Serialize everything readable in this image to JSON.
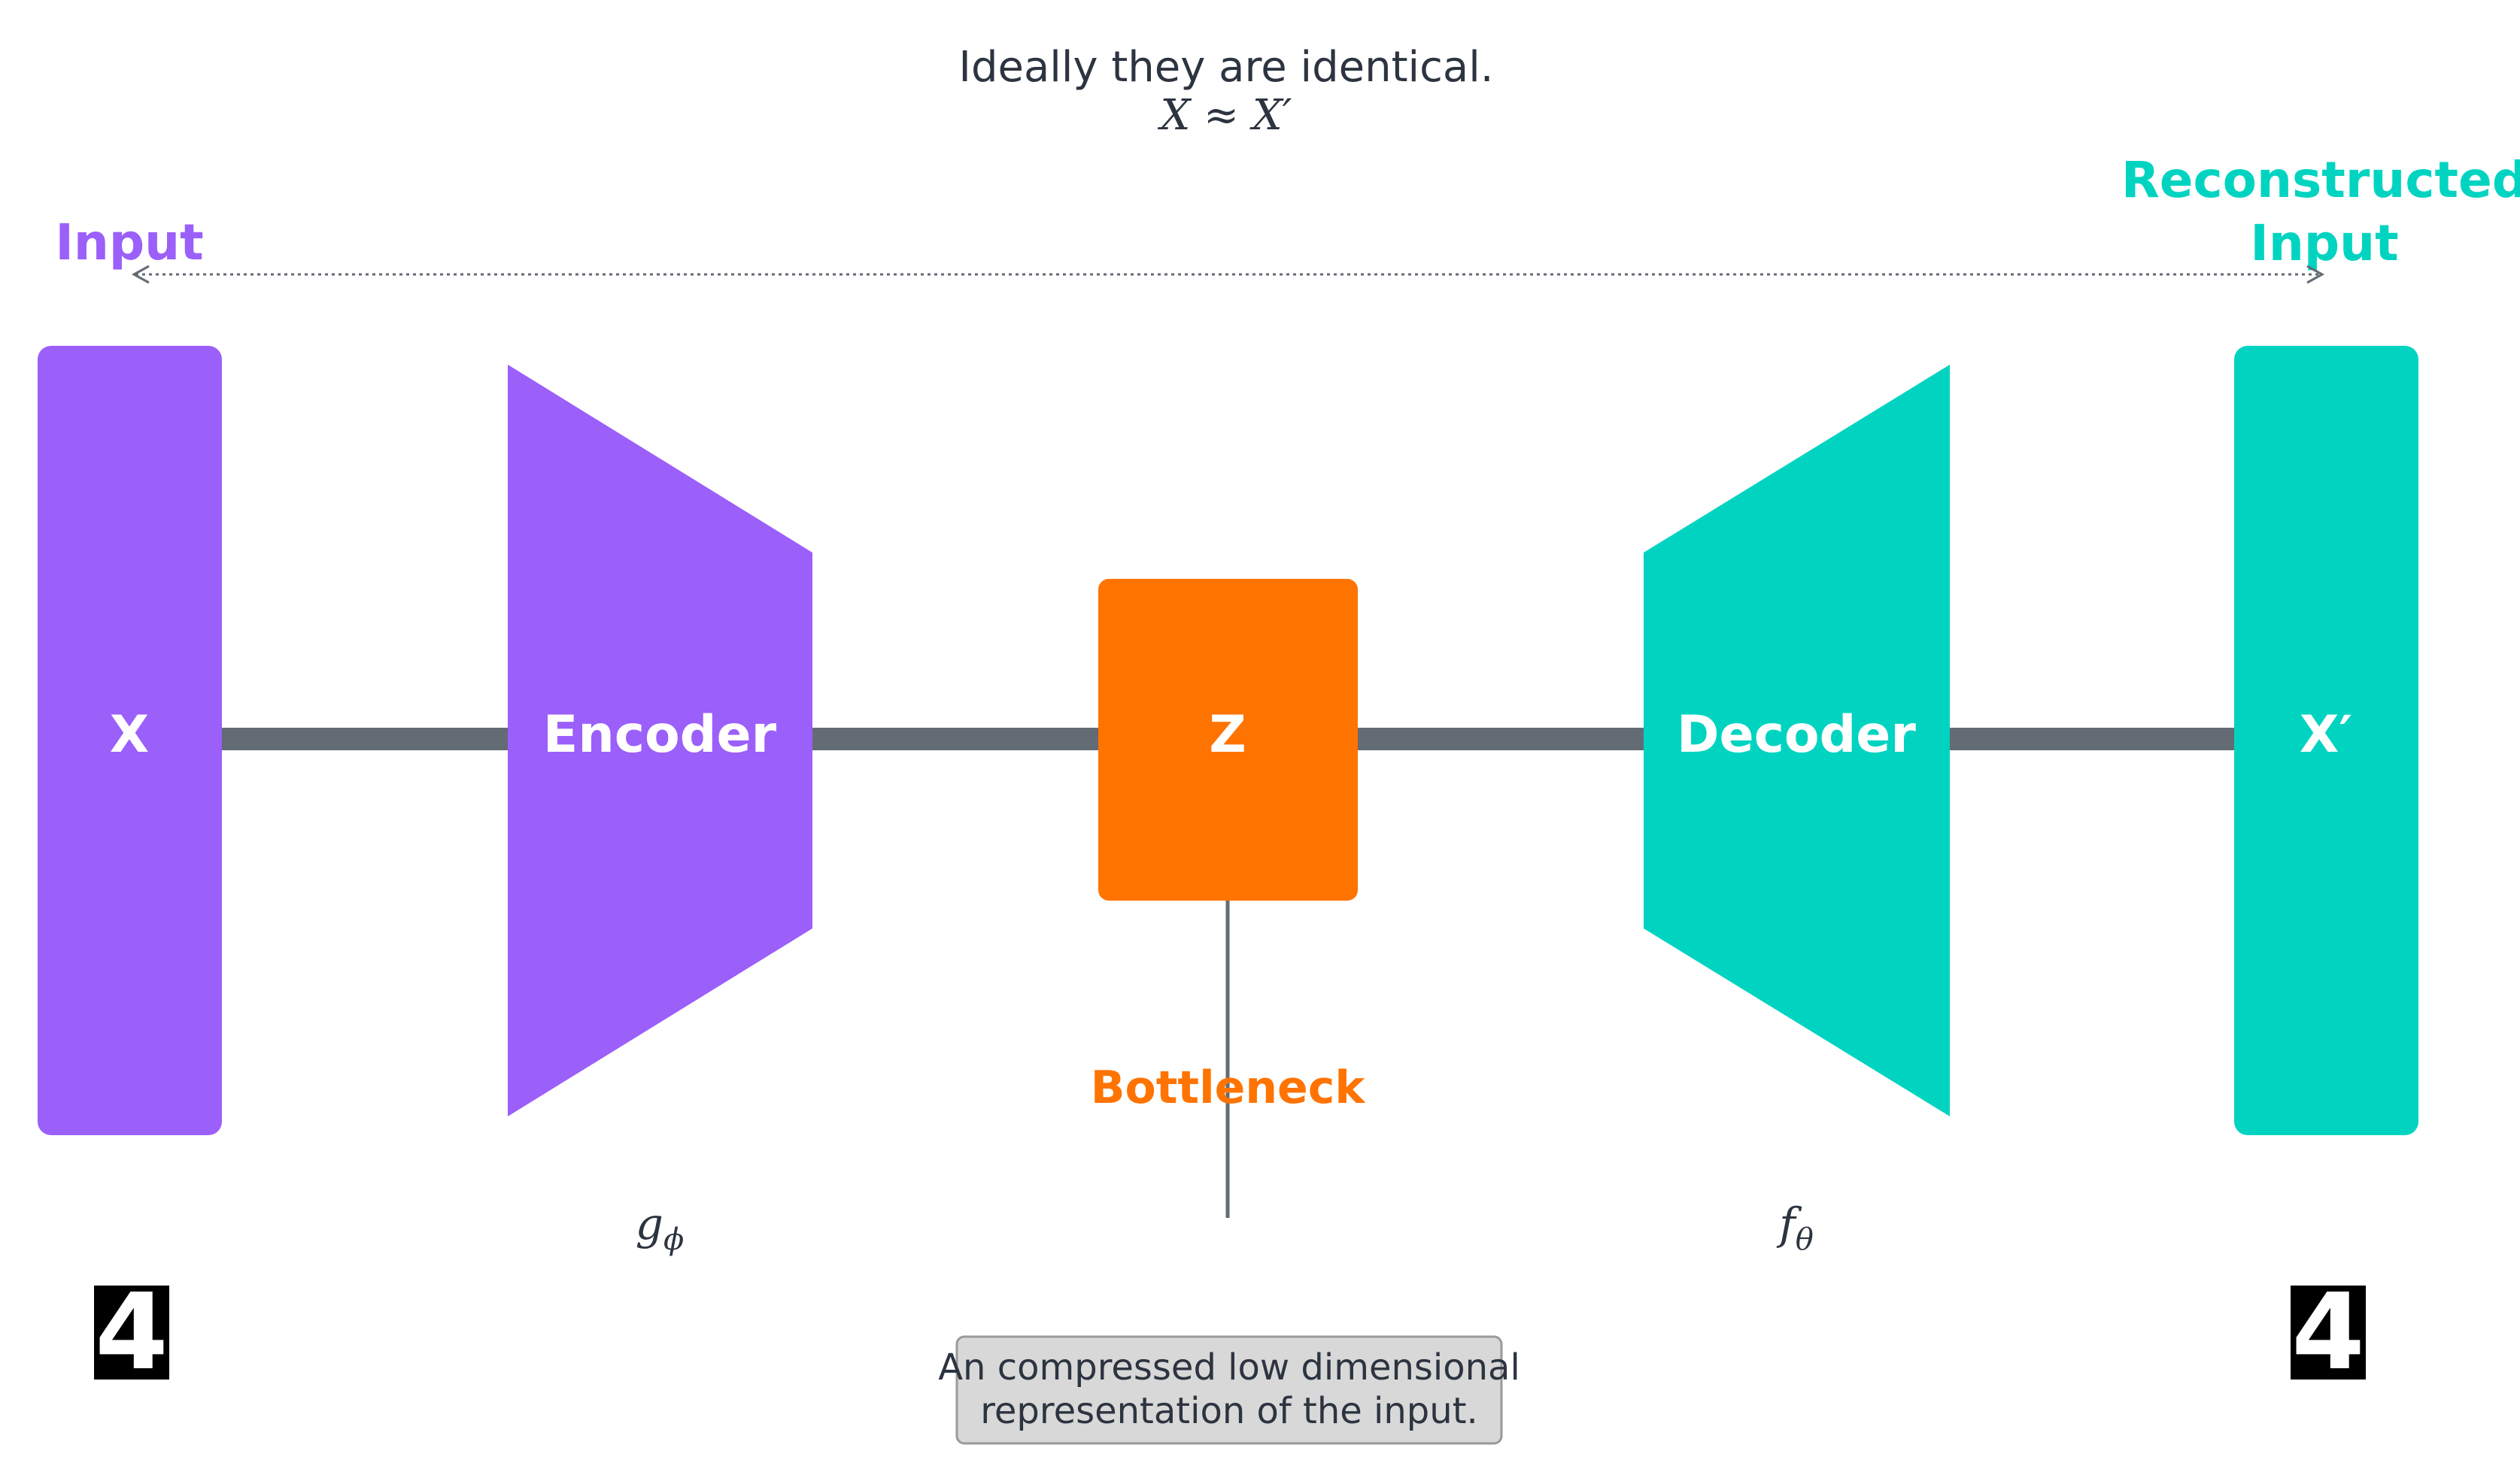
{
  "caption": {
    "line1": "Ideally they are identical.",
    "line2": "X ≈ X′"
  },
  "labels": {
    "input": "Input",
    "reconstructed_line1": "Reconstructed",
    "reconstructed_line2": "Input",
    "bottleneck": "Bottleneck"
  },
  "blocks": {
    "x": "X",
    "encoder": "Encoder",
    "z": "Z",
    "decoder": "Decoder",
    "x_prime": "X′"
  },
  "functions": {
    "encoder_symbol": "g",
    "encoder_subscript": "ϕ",
    "decoder_symbol": "f",
    "decoder_subscript": "θ"
  },
  "digits": {
    "input_digit": "4",
    "output_digit": "4"
  },
  "note": {
    "line1": "An compressed low dimensional",
    "line2": "representation of the input."
  },
  "colors": {
    "input": "#9b5ffa",
    "output": "#00d4c1",
    "bottleneck": "#ff7300",
    "connector": "#636b75",
    "text": "#2c3440"
  }
}
